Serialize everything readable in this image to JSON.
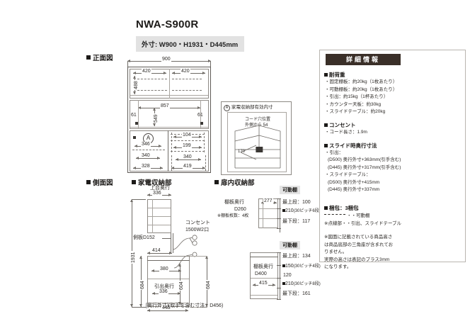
{
  "title": {
    "model": "NWA-S900R",
    "dimension_badge": "外寸: W900・H1931・D445mm"
  },
  "sections": {
    "front_view": "正面図",
    "side_view": "側面図",
    "appliance_storage": "家電収納部",
    "in_door_storage": "扉内収納部"
  },
  "front_view": {
    "overall_width": "900",
    "top_left_shelf": "420",
    "top_right_shelf": "420",
    "top_height": "488",
    "counter_width": "857",
    "counter_height": "549",
    "left_gap": "61",
    "right_gap": "61",
    "callout_letter": "A",
    "lower_left_w1": "346",
    "lower_left_w2": "340",
    "lower_left_w3": "328",
    "lower_right_h1": "104",
    "lower_right_h2": "199",
    "lower_right_w1": "340",
    "lower_right_w2": "419"
  },
  "callout": {
    "letter": "A",
    "title": "家電収納部有効内寸",
    "cord_hole_label": "コード穴位置\n外側から 54",
    "inner_dim": "170"
  },
  "side_view": {
    "appliance": {
      "top_depth_label": "上台奥行",
      "top_depth_value": "336",
      "outlet_label": "コンセント",
      "outlet_spec": "1500W2口",
      "side_board_label": "側板D152",
      "mid_width": "414",
      "counter_width": "380",
      "drawer_depth_label": "引出奥行",
      "drawer_depth_value": "336",
      "total_depth": "445",
      "total_height": "1931",
      "lower_height": "684",
      "inner_height_a": "604",
      "inner_height_b": "684",
      "footnote": "[奥行外寸](取手を含む寸法：D456)"
    },
    "door": {
      "upper": {
        "shelf_depth_label": "棚板奥行",
        "shelf_depth_value": "D260",
        "shelf_count": "※棚板枚数：4枚",
        "inner_width": "277",
        "tag": "可動棚",
        "top_step": "最上段：100",
        "pitch": "210",
        "pitch_note": "(30ピッチ6段)",
        "bottom_step": "最下段：117"
      },
      "lower": {
        "shelf_depth_label": "棚板奥行",
        "shelf_depth_value": "D400",
        "inner_width": "415",
        "tag": "可動棚",
        "top_step": "最上段：134",
        "pitch_1": "150",
        "pitch_1_note": "(30ピッチ4段)",
        "mid": "120",
        "pitch_2": "210",
        "pitch_2_note": "(30ピッチ8段)",
        "bottom_step": "最下段：161"
      }
    }
  },
  "spec_panel": {
    "banner": "詳細情報",
    "groups": [
      {
        "title": "耐荷重",
        "items": [
          "・固定棚板：約20kg（1枚あたり）",
          "・可動棚板：約20kg（1枚あたり）",
          "・引出：約15kg（1杯あたり）",
          "・カウンター天板：約30kg",
          "・スライドテーブル：約20kg"
        ]
      },
      {
        "title": "コンセント",
        "items": [
          "・コード長さ：1.9m"
        ]
      },
      {
        "title": "スライド時奥行寸法",
        "items": [
          "・引出："
        ],
        "subs1": [
          "(D500) 奥行外寸+363mm(引手含む)",
          "(D445) 奥行外寸+317mm(引手含む)"
        ],
        "items2": [
          "・スライドテーブル："
        ],
        "subs2": [
          "(D500) 奥行外寸+415mm",
          "(D445) 奥行外寸+337mm"
        ]
      },
      {
        "title": "梱包：3梱包",
        "legend": [
          "・・可動棚",
          "※点線部・・引出、スライドテーブル"
        ]
      }
    ],
    "footnote": [
      "※図面に記載されている商品高さ",
      "は商品底部の三角座が含まれてお",
      "りません。",
      "実際の高さは表記のプラス3mm",
      "になります。"
    ]
  }
}
